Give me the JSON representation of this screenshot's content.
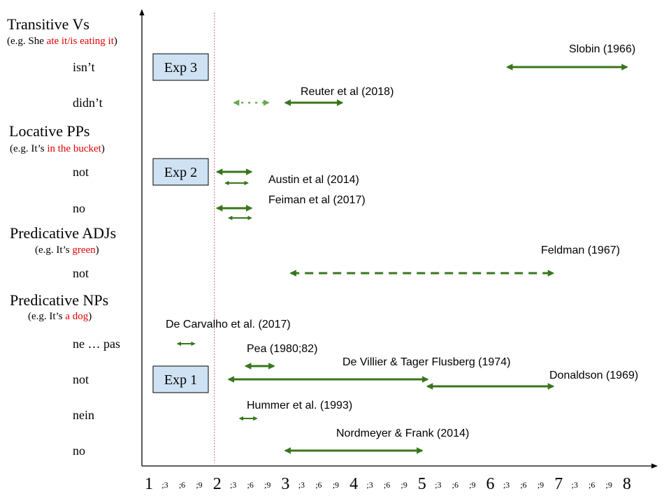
{
  "chart_data": {
    "type": "range-timeline",
    "title": "",
    "xlabel": "",
    "ylabel": "",
    "xlim": [
      1,
      8
    ],
    "x_ticks_major": [
      "1",
      "2",
      "3",
      "4",
      "5",
      "6",
      "7",
      "8"
    ],
    "x_ticks_minor_labels": [
      ";3",
      ";6",
      ";9"
    ],
    "reference_line_x": 2,
    "colors": {
      "arrow": "#38761d",
      "arrow_light": "#6aa84f",
      "highlight_text": "#e00000",
      "box_fill": "#cfe2f3",
      "ref_line": "#e06666"
    },
    "categories": [
      {
        "title": "Transitive Vs",
        "example_prefix": "(e.g. She ",
        "example_highlight": "ate it/is eating it",
        "example_suffix": ")",
        "rows": [
          {
            "label": "isn’t",
            "experiment": "Exp 3",
            "ranges": [
              {
                "study": "Slobin (1966)",
                "start": 6.25,
                "end": 8.0,
                "style": "solid"
              }
            ]
          },
          {
            "label": "didn’t",
            "ranges": [
              {
                "study": "",
                "start": 2.25,
                "end": 2.75,
                "style": "dotted-light"
              },
              {
                "study": "Reuter et al (2018)",
                "start": 3.0,
                "end": 3.83,
                "style": "solid"
              }
            ]
          }
        ]
      },
      {
        "title": "Locative PPs",
        "example_prefix": "(e.g. It’s ",
        "example_highlight": "in the bucket",
        "example_suffix": ")",
        "rows": [
          {
            "label": "not",
            "experiment": "Exp 2",
            "ranges": [
              {
                "study": "",
                "start": 2.0,
                "end": 2.5,
                "style": "solid"
              },
              {
                "study": "Austin et al (2014)",
                "start": 2.12,
                "end": 2.45,
                "style": "thin"
              }
            ]
          },
          {
            "label": "no",
            "ranges": [
              {
                "study": "Feiman et al (2017)",
                "start": 2.0,
                "end": 2.5,
                "style": "solid"
              },
              {
                "study": "",
                "start": 2.17,
                "end": 2.5,
                "style": "thin"
              }
            ]
          }
        ]
      },
      {
        "title": "Predicative ADJs",
        "example_prefix": "(e.g. It’s ",
        "example_highlight": "green",
        "example_suffix": ")",
        "rows": [
          {
            "label": "not",
            "ranges": [
              {
                "study": "Feldman (1967)",
                "start": 3.08,
                "end": 6.92,
                "style": "dashed"
              }
            ]
          }
        ]
      },
      {
        "title": "Predicative NPs",
        "example_prefix": "(e.g. It’s ",
        "example_highlight": "a dog",
        "example_suffix": ")",
        "rows": [
          {
            "label": "ne … pas",
            "ranges": [
              {
                "study": "De Carvalho et al. (2017)",
                "start": 1.42,
                "end": 1.67,
                "style": "thin"
              }
            ]
          },
          {
            "label": "not",
            "experiment": "Exp 1",
            "ranges": [
              {
                "study": "Pea (1980;82)",
                "start": 2.42,
                "end": 2.83,
                "style": "solid"
              },
              {
                "study": "De Villier & Tager Flusberg (1974)",
                "start": 2.17,
                "end": 5.08,
                "style": "solid"
              },
              {
                "study": "Donaldson (1969)",
                "start": 5.08,
                "end": 6.92,
                "style": "solid"
              }
            ]
          },
          {
            "label": "nein",
            "ranges": [
              {
                "study": "Hummer et al. (1993)",
                "start": 2.33,
                "end": 2.58,
                "style": "thin"
              }
            ]
          },
          {
            "label": "no",
            "ranges": [
              {
                "study": "Nordmeyer & Frank (2014)",
                "start": 3.0,
                "end": 5.0,
                "style": "solid"
              }
            ]
          }
        ]
      }
    ]
  }
}
